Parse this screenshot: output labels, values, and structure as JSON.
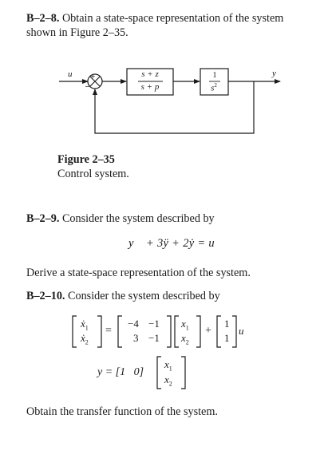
{
  "b28": {
    "number": "B–2–8.",
    "line1": "Obtain a state-space representation of the system",
    "line2": "shown in Figure 2–35."
  },
  "diagram": {
    "input_label": "u",
    "output_label": "y",
    "block1_num": "s + z",
    "block1_den": "s + p",
    "block2_num": "1",
    "block2_den": "s",
    "block2_den_exp": "2",
    "sum_plus": "+",
    "sum_minus": "−"
  },
  "figure": {
    "label": "Figure 2–35",
    "caption": "Control system."
  },
  "b29": {
    "number": "B–2–9.",
    "text": "Consider the system described by",
    "equation": "y⃛ + 3ÿ + 2ẏ = u",
    "followup": "Derive a state-space representation of the system."
  },
  "b210": {
    "number": "B–2–10.",
    "text": "Consider the system described by",
    "state_lhs": [
      "ẋ1",
      "ẋ2"
    ],
    "A": [
      [
        "−4",
        "−1"
      ],
      [
        "3",
        "−1"
      ]
    ],
    "state_x": [
      "x1",
      "x2"
    ],
    "B": [
      "1",
      "1"
    ],
    "u": "u",
    "eq_sign": "=",
    "plus_sign": "+",
    "y_eq_prefix": "y = [1   0]",
    "output_x": [
      "x1",
      "x2"
    ],
    "followup": "Obtain the transfer function of the system."
  }
}
